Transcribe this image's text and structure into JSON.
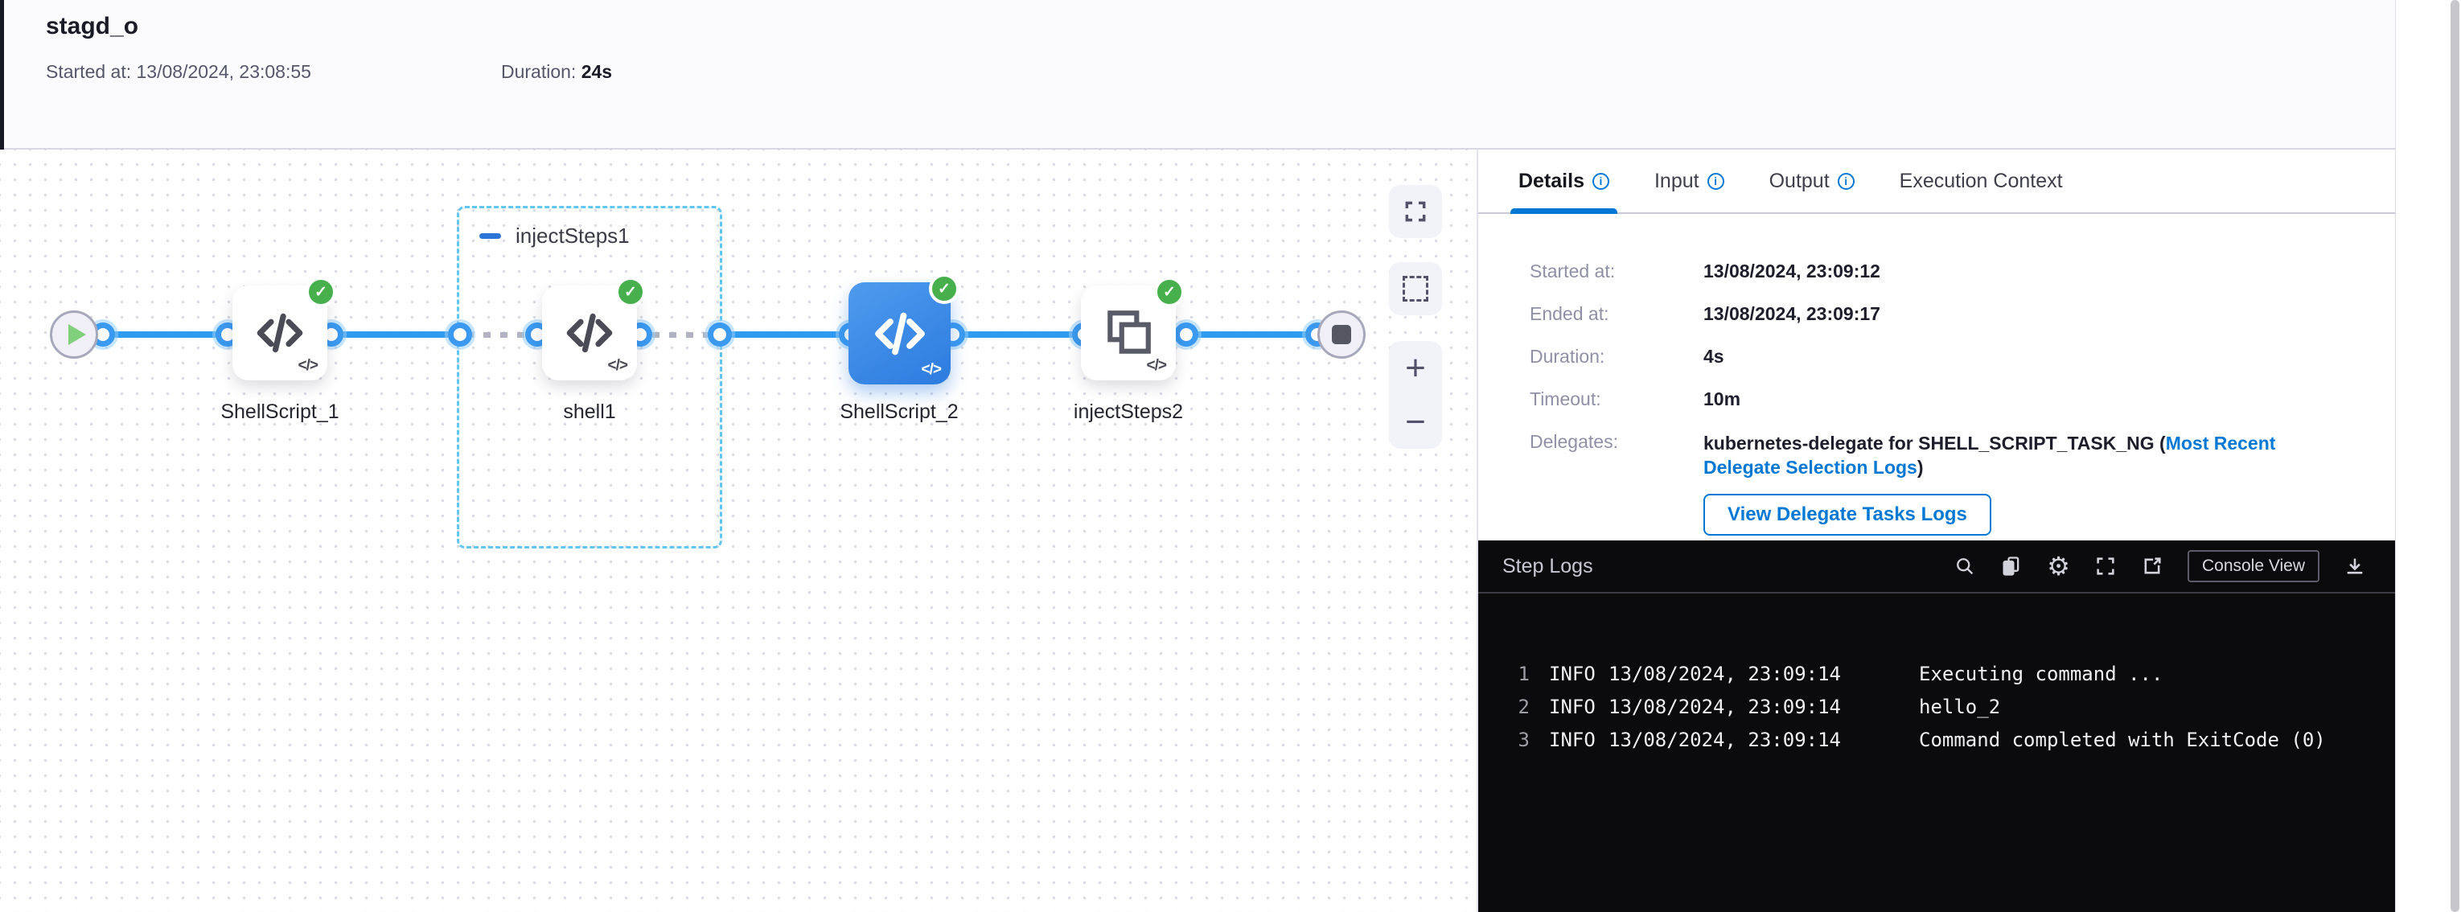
{
  "header": {
    "title": "stagd_o",
    "started_label": "Started at:",
    "started_value": "13/08/2024, 23:08:55",
    "duration_label": "Duration:",
    "duration_value": "24s"
  },
  "pipeline": {
    "group": {
      "label": "injectSteps1",
      "collapse_icon": "minus-icon"
    },
    "nodes": [
      {
        "label": "ShellScript_1",
        "type": "shell-script",
        "status": "success"
      },
      {
        "label": "shell1",
        "type": "shell-script",
        "status": "success"
      },
      {
        "label": "ShellScript_2",
        "type": "shell-script",
        "status": "success",
        "selected": true
      },
      {
        "label": "injectSteps2",
        "type": "step-group",
        "status": "success"
      }
    ],
    "start_node": "play",
    "end_node": "stop",
    "controls": [
      "fullscreen",
      "marquee-select",
      "zoom-in",
      "zoom-out"
    ]
  },
  "tabs": [
    {
      "label": "Details",
      "info": true,
      "active": true
    },
    {
      "label": "Input",
      "info": true,
      "active": false
    },
    {
      "label": "Output",
      "info": true,
      "active": false
    },
    {
      "label": "Execution Context",
      "info": false,
      "active": false
    }
  ],
  "details": {
    "rows": [
      {
        "label": "Started at:",
        "value": "13/08/2024, 23:09:12"
      },
      {
        "label": "Ended at:",
        "value": "13/08/2024, 23:09:17"
      },
      {
        "label": "Duration:",
        "value": "4s"
      },
      {
        "label": "Timeout:",
        "value": "10m"
      }
    ],
    "delegates_label": "Delegates:",
    "delegates_text_before": "kubernetes-delegate for SHELL_SCRIPT_TASK_NG (",
    "delegates_link": "Most Recent Delegate Selection Logs",
    "delegates_text_after": ")",
    "view_logs_button": "View Delegate Tasks Logs"
  },
  "step_logs": {
    "title": "Step Logs",
    "icons": [
      "search",
      "copy",
      "settings",
      "fullscreen",
      "open-in-new",
      "download"
    ],
    "console_view_label": "Console View",
    "lines": [
      {
        "num": "1",
        "level": "INFO",
        "timestamp": "13/08/2024, 23:09:14",
        "message": "Executing command ..."
      },
      {
        "num": "2",
        "level": "INFO",
        "timestamp": "13/08/2024, 23:09:14",
        "message": "hello_2"
      },
      {
        "num": "3",
        "level": "INFO",
        "timestamp": "13/08/2024, 23:09:14",
        "message": "Command completed with ExitCode (0)"
      }
    ]
  },
  "colors": {
    "accent": "#0278d5",
    "link": "#0278d5",
    "success": "#47b04d",
    "connector": "#2f9bf1",
    "selected_node": "#2c7bdf",
    "group_border": "#62c6f1",
    "log_background": "#0b0b0d",
    "header_background": "#fbfbfe"
  }
}
